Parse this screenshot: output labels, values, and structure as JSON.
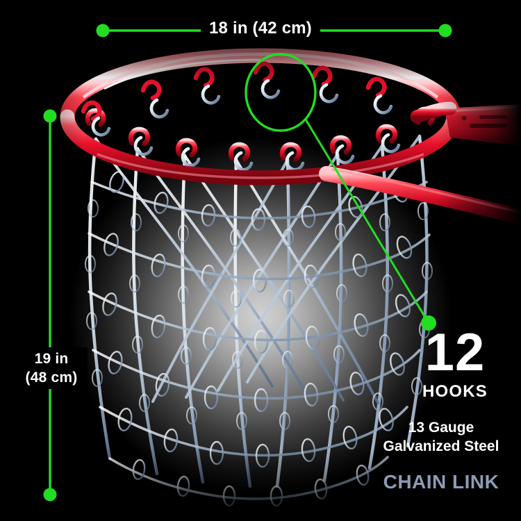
{
  "theme": {
    "background": "#000000",
    "accent_green": "#22dd22",
    "rim_red": "#e8102a",
    "chain_silver": "#b9c6d6",
    "text_white": "#ffffff",
    "brand_steel": "#8d9bb5",
    "glow_center": "#d2d2d2"
  },
  "annotations": {
    "width_dimension": {
      "label": "18 in (42 cm)",
      "orientation": "horizontal"
    },
    "height_dimension": {
      "line1": "19 in",
      "line2": "(48 cm)",
      "orientation": "vertical"
    },
    "callout": {
      "count": "12",
      "label": "HOOKS",
      "highlight_shape": "ellipse"
    }
  },
  "specs": {
    "gauge_line": "13 Gauge",
    "material_line": "Galvanized Steel",
    "brand_line": "CHAIN LINK"
  },
  "product": {
    "rim_color": "#e8102a",
    "net_color": "#b9c6d6",
    "hook_count": 12
  }
}
